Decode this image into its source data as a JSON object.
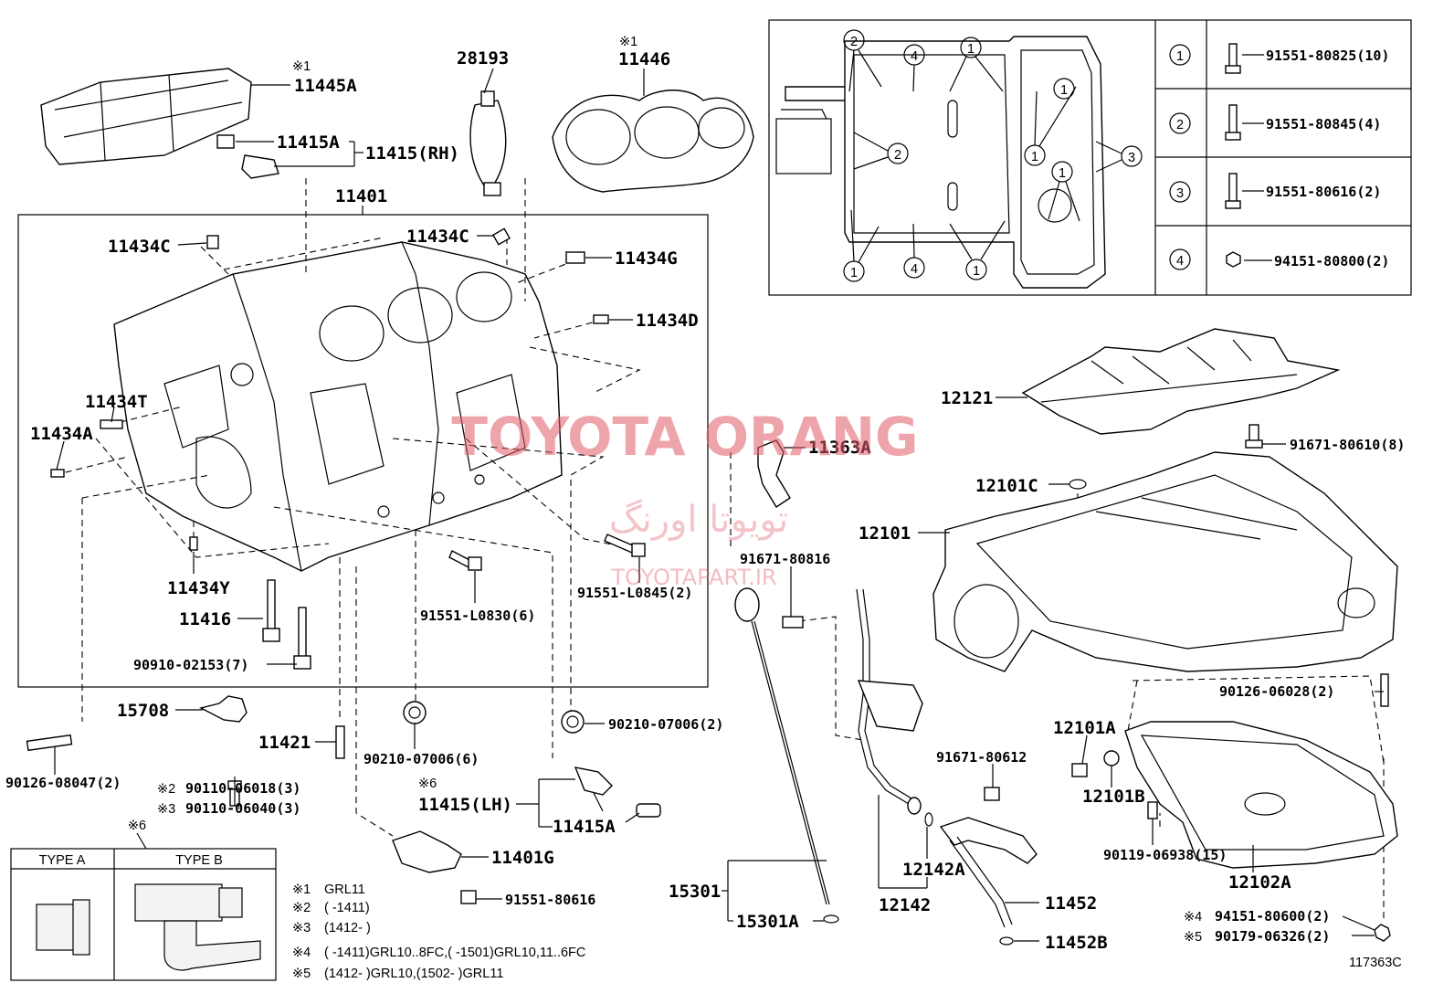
{
  "callouts": {
    "c11445A": "11445A",
    "c11445A_mark": "※1",
    "c28193": "28193",
    "c11446": "11446",
    "c11446_mark": "※1",
    "c11415A_top": "11415A",
    "c11415RH": "11415(RH)",
    "c11401": "11401",
    "c11434C_left": "11434C",
    "c11434C_mid": "11434C",
    "c11434G": "11434G",
    "c11434D": "11434D",
    "c11434T": "11434T",
    "c11434A": "11434A",
    "c11434Y": "11434Y",
    "c11416": "11416",
    "c90910": "90910-02153(7)",
    "c91551L0830": "91551-L0830(6)",
    "c91551L0845": "91551-L0845(2)",
    "c15708": "15708",
    "c11421": "11421",
    "c90126_08047": "90126-08047(2)",
    "c90110_06018": "90110-06018(3)",
    "c90110_06018_mark": "※2",
    "c90110_06040": "90110-06040(3)",
    "c90110_06040_mark": "※3",
    "c90210_left": "90210-07006(6)",
    "c90210_right": "90210-07006(2)",
    "c11415LH": "11415(LH)",
    "c11415LH_mark": "※6",
    "c11415A_bot": "11415A",
    "c11401G": "11401G",
    "c91551_80616": "91551-80616",
    "c11363A": "11363A",
    "c91671_80816": "91671-80816",
    "c12121": "12121",
    "c91671_80610": "91671-80610(8)",
    "c12101C": "12101C",
    "c12101": "12101",
    "c90126_06028": "90126-06028(2)",
    "c12101A": "12101A",
    "c12101B": "12101B",
    "c91671_80612": "91671-80612",
    "c90119_06938": "90119-06938(15)",
    "c12102A": "12102A",
    "c12142A": "12142A",
    "c12142": "12142",
    "c11452": "11452",
    "c11452B": "11452B",
    "c15301": "15301",
    "c15301A": "15301A",
    "c94151_80600": "94151-80600(2)",
    "c94151_80600_mark": "※4",
    "c90179_06326": "90179-06326(2)",
    "c90179_06326_mark": "※5",
    "diagram_id": "117363C"
  },
  "bolt_table": {
    "rows": [
      {
        "num": "1",
        "part": "91551-80825(10)"
      },
      {
        "num": "2",
        "part": "91551-80845(4)"
      },
      {
        "num": "3",
        "part": "91551-80616(2)"
      },
      {
        "num": "4",
        "part": "94151-80800(2)"
      }
    ]
  },
  "inset": {
    "c2a": "2",
    "c4a": "4",
    "c1a": "1",
    "c1b": "1",
    "c2b": "2",
    "c3": "3",
    "c1c": "1",
    "c1d": "1",
    "c4b": "4",
    "c1e": "1"
  },
  "type_box": {
    "mark": "※6",
    "type_a": "TYPE A",
    "type_b": "TYPE B"
  },
  "notes": [
    {
      "mark": "※1",
      "text": "GRL11"
    },
    {
      "mark": "※2",
      "text": "(          -1411)"
    },
    {
      "mark": "※3",
      "text": "(1412-          )"
    },
    {
      "mark": "※4",
      "text": "(          -1411)GRL10..8FC,(          -1501)GRL10,11..6FC"
    },
    {
      "mark": "※5",
      "text": "(1412-          )GRL10,(1502-          )GRL11"
    }
  ],
  "watermark": {
    "main": "TOYOTA ORANG",
    "farsi": "تویوتا اورنگ",
    "url": "TOYOTAPART.IR"
  }
}
